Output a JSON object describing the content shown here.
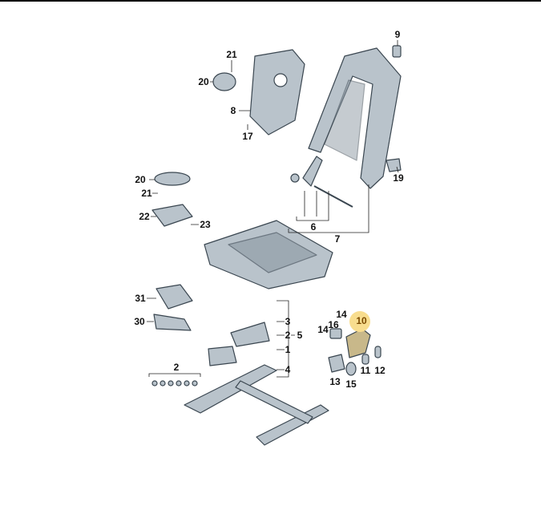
{
  "diagram": {
    "highlighted_part": "10",
    "highlight_color": "#f8dd8e",
    "labels": [
      "9",
      "21",
      "20",
      "8",
      "17",
      "19",
      "20",
      "21",
      "22",
      "23",
      "6",
      "7",
      "31",
      "30",
      "3",
      "2",
      "5",
      "1",
      "4",
      "2",
      "14",
      "10",
      "16",
      "14",
      "13",
      "11",
      "12",
      "15"
    ]
  }
}
